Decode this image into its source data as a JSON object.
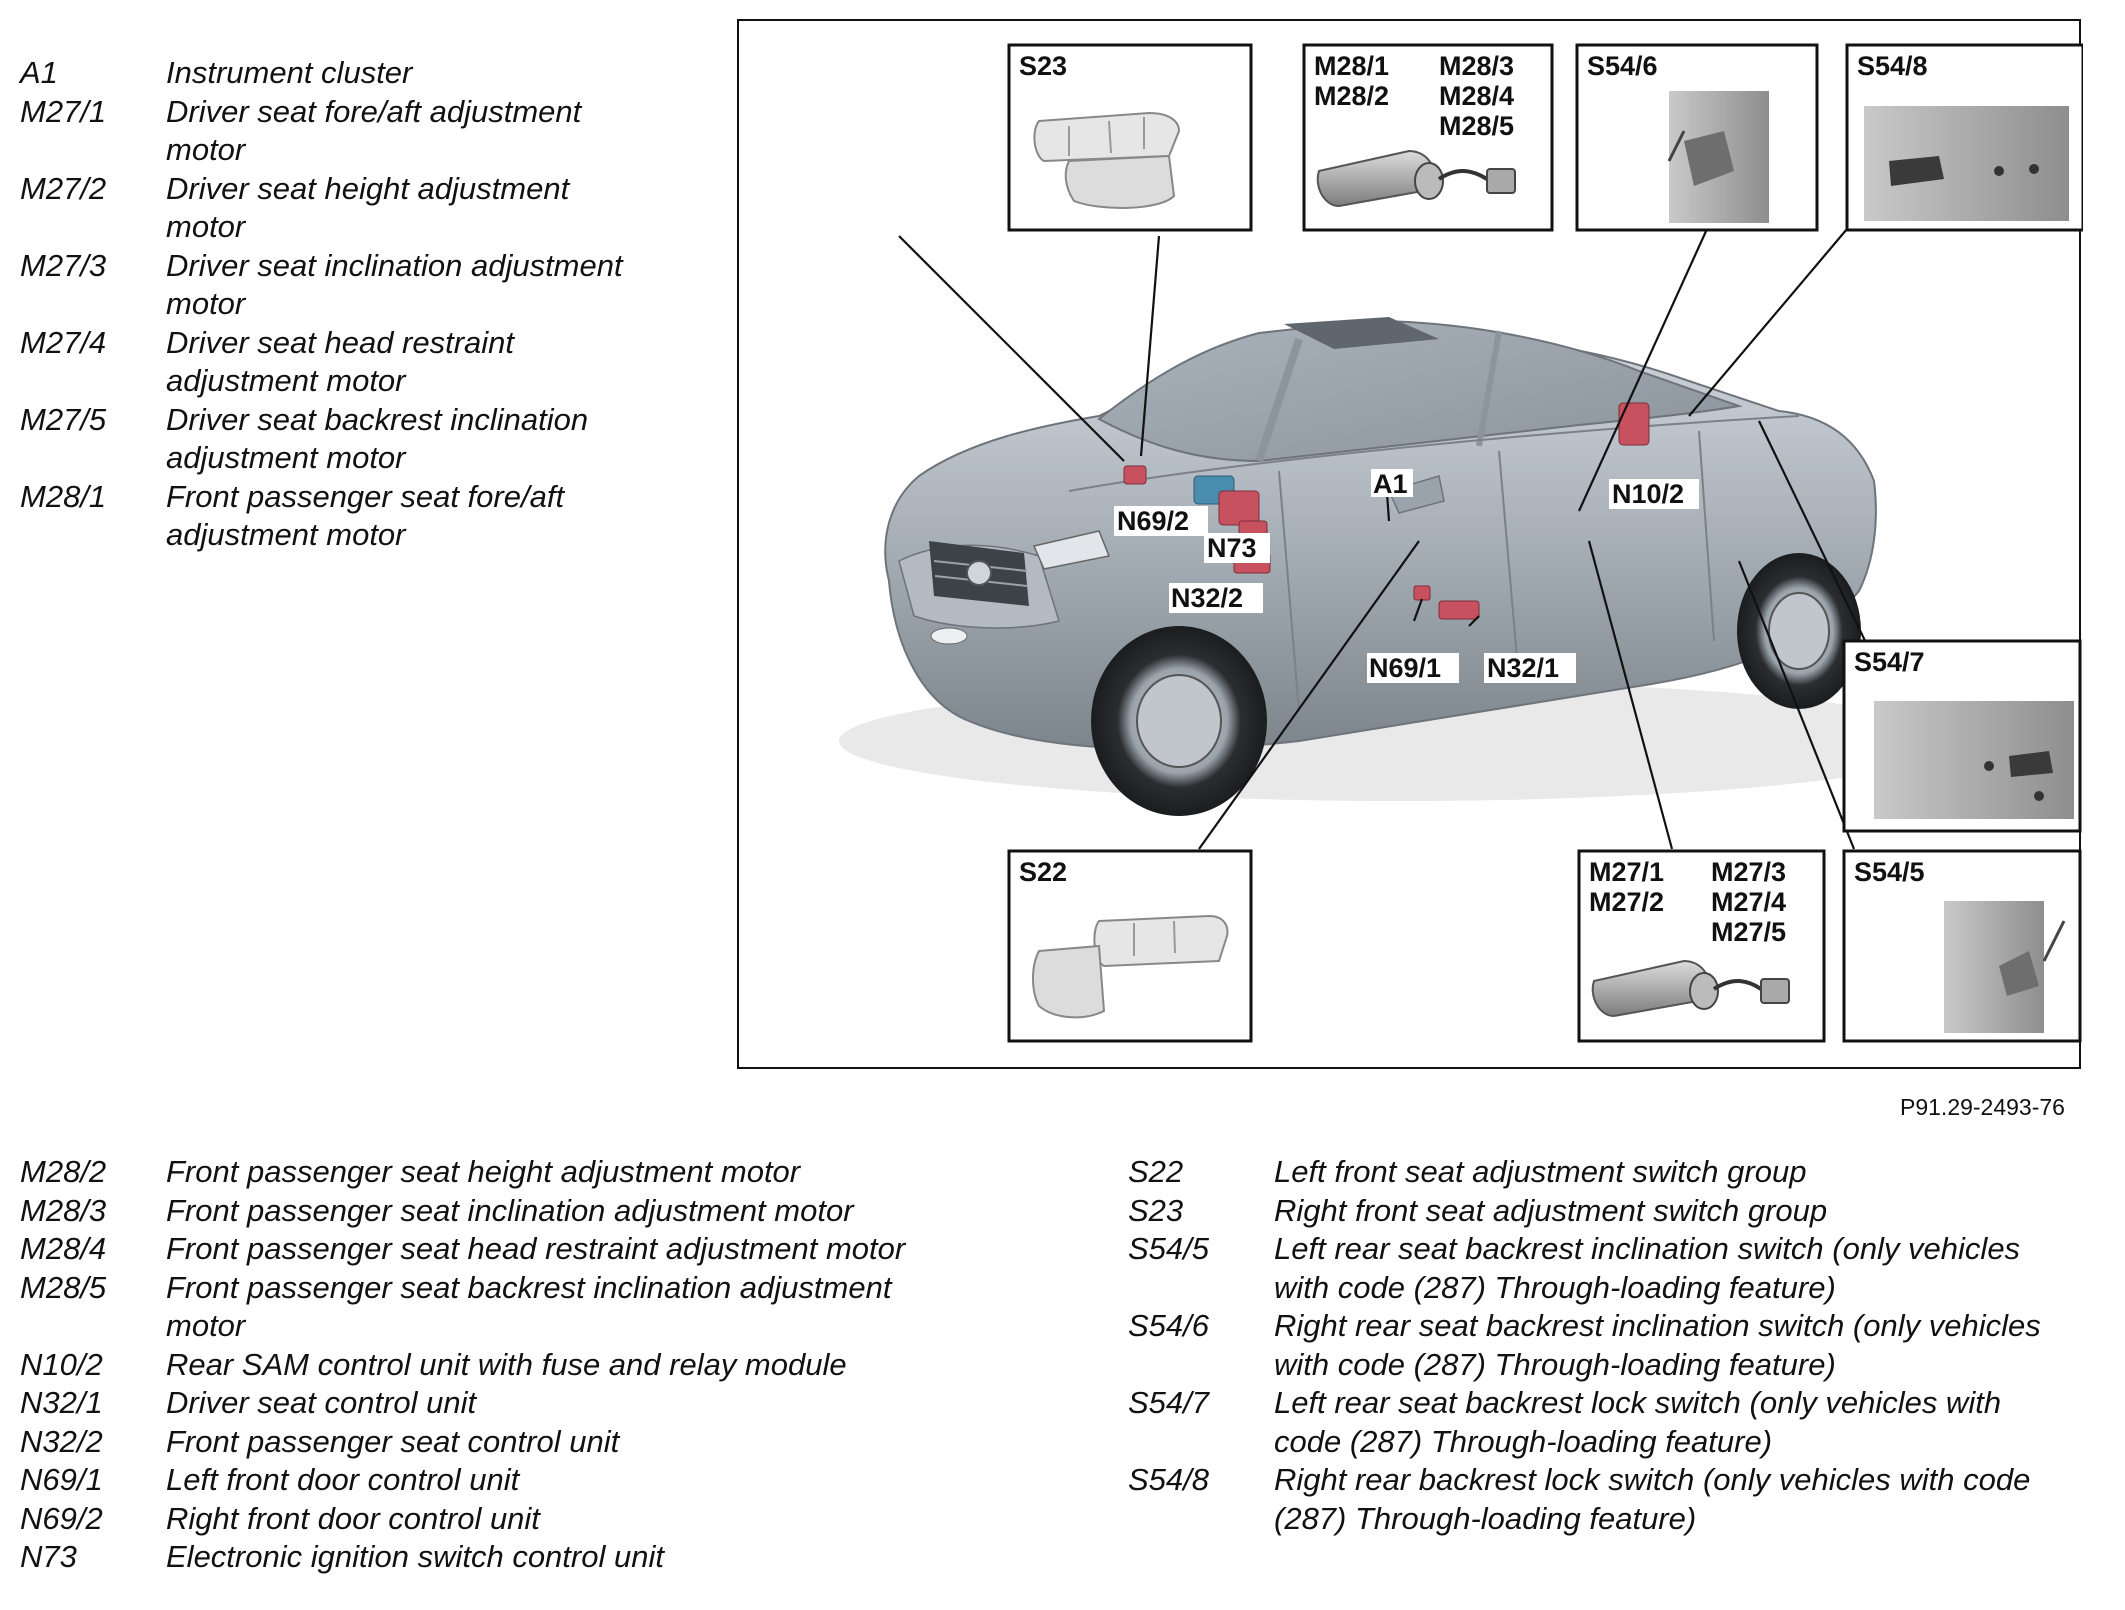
{
  "figure_id": "P91.29-2493-76",
  "legend_top": [
    {
      "code": "A1",
      "desc_lines": [
        "Instrument cluster"
      ]
    },
    {
      "code": "M27/1",
      "desc_lines": [
        "Driver seat fore/aft adjustment",
        "motor"
      ]
    },
    {
      "code": "M27/2",
      "desc_lines": [
        "Driver seat height adjustment",
        "motor"
      ]
    },
    {
      "code": "M27/3",
      "desc_lines": [
        "Driver seat inclination adjustment",
        "motor"
      ]
    },
    {
      "code": "M27/4",
      "desc_lines": [
        "Driver seat head restraint",
        "adjustment motor"
      ]
    },
    {
      "code": "M27/5",
      "desc_lines": [
        "Driver seat backrest inclination",
        "adjustment motor"
      ]
    },
    {
      "code": "M28/1",
      "desc_lines": [
        "Front passenger seat fore/aft",
        "adjustment motor"
      ]
    }
  ],
  "legend_bottom_left": [
    {
      "code": "M28/2",
      "desc_lines": [
        "Front passenger seat height adjustment motor"
      ]
    },
    {
      "code": "M28/3",
      "desc_lines": [
        "Front passenger seat inclination adjustment motor"
      ]
    },
    {
      "code": "M28/4",
      "desc_lines": [
        "Front passenger seat head restraint adjustment motor"
      ]
    },
    {
      "code": "M28/5",
      "desc_lines": [
        "Front passenger seat backrest inclination adjustment",
        "motor"
      ]
    },
    {
      "code": "N10/2",
      "desc_lines": [
        "Rear SAM control unit with fuse and relay module"
      ]
    },
    {
      "code": "N32/1",
      "desc_lines": [
        "Driver seat control unit"
      ]
    },
    {
      "code": "N32/2",
      "desc_lines": [
        "Front passenger seat control unit"
      ]
    },
    {
      "code": "N69/1",
      "desc_lines": [
        "Left front door control unit"
      ]
    },
    {
      "code": "N69/2",
      "desc_lines": [
        "Right front door control unit"
      ]
    },
    {
      "code": "N73",
      "desc_lines": [
        "Electronic ignition switch control unit"
      ]
    }
  ],
  "legend_bottom_right": [
    {
      "code": "S22",
      "desc_lines": [
        "Left front seat adjustment switch group"
      ]
    },
    {
      "code": "S23",
      "desc_lines": [
        "Right front seat adjustment switch group"
      ]
    },
    {
      "code": "S54/5",
      "desc_lines": [
        "Left rear seat backrest inclination switch (only vehicles",
        "with code (287) Through-loading feature)"
      ]
    },
    {
      "code": "S54/6",
      "desc_lines": [
        "Right rear seat backrest inclination switch (only vehicles",
        "with code (287) Through-loading feature)"
      ]
    },
    {
      "code": "S54/7",
      "desc_lines": [
        "Left rear seat backrest lock switch (only vehicles with",
        "code (287) Through-loading feature)"
      ]
    },
    {
      "code": "S54/8",
      "desc_lines": [
        "Right rear backrest lock switch (only vehicles with code",
        "(287) Through-loading feature)"
      ]
    }
  ],
  "diagram": {
    "insets": {
      "s23": {
        "labels": [
          "S23"
        ]
      },
      "m28": {
        "labels": [
          "M28/1",
          "M28/2",
          "M28/3",
          "M28/4",
          "M28/5"
        ]
      },
      "s54_6": {
        "labels": [
          "S54/6"
        ]
      },
      "s54_8": {
        "labels": [
          "S54/8"
        ]
      },
      "s54_7": {
        "labels": [
          "S54/7"
        ]
      },
      "s22": {
        "labels": [
          "S22"
        ]
      },
      "m27": {
        "labels": [
          "M27/1",
          "M27/2",
          "M27/3",
          "M27/4",
          "M27/5"
        ]
      },
      "s54_5": {
        "labels": [
          "S54/5"
        ]
      }
    },
    "callouts": {
      "a1": "A1",
      "n10_2": "N10/2",
      "n69_2": "N69/2",
      "n73": "N73",
      "n32_2": "N32/2",
      "n69_1": "N69/1",
      "n32_1": "N32/1"
    }
  }
}
